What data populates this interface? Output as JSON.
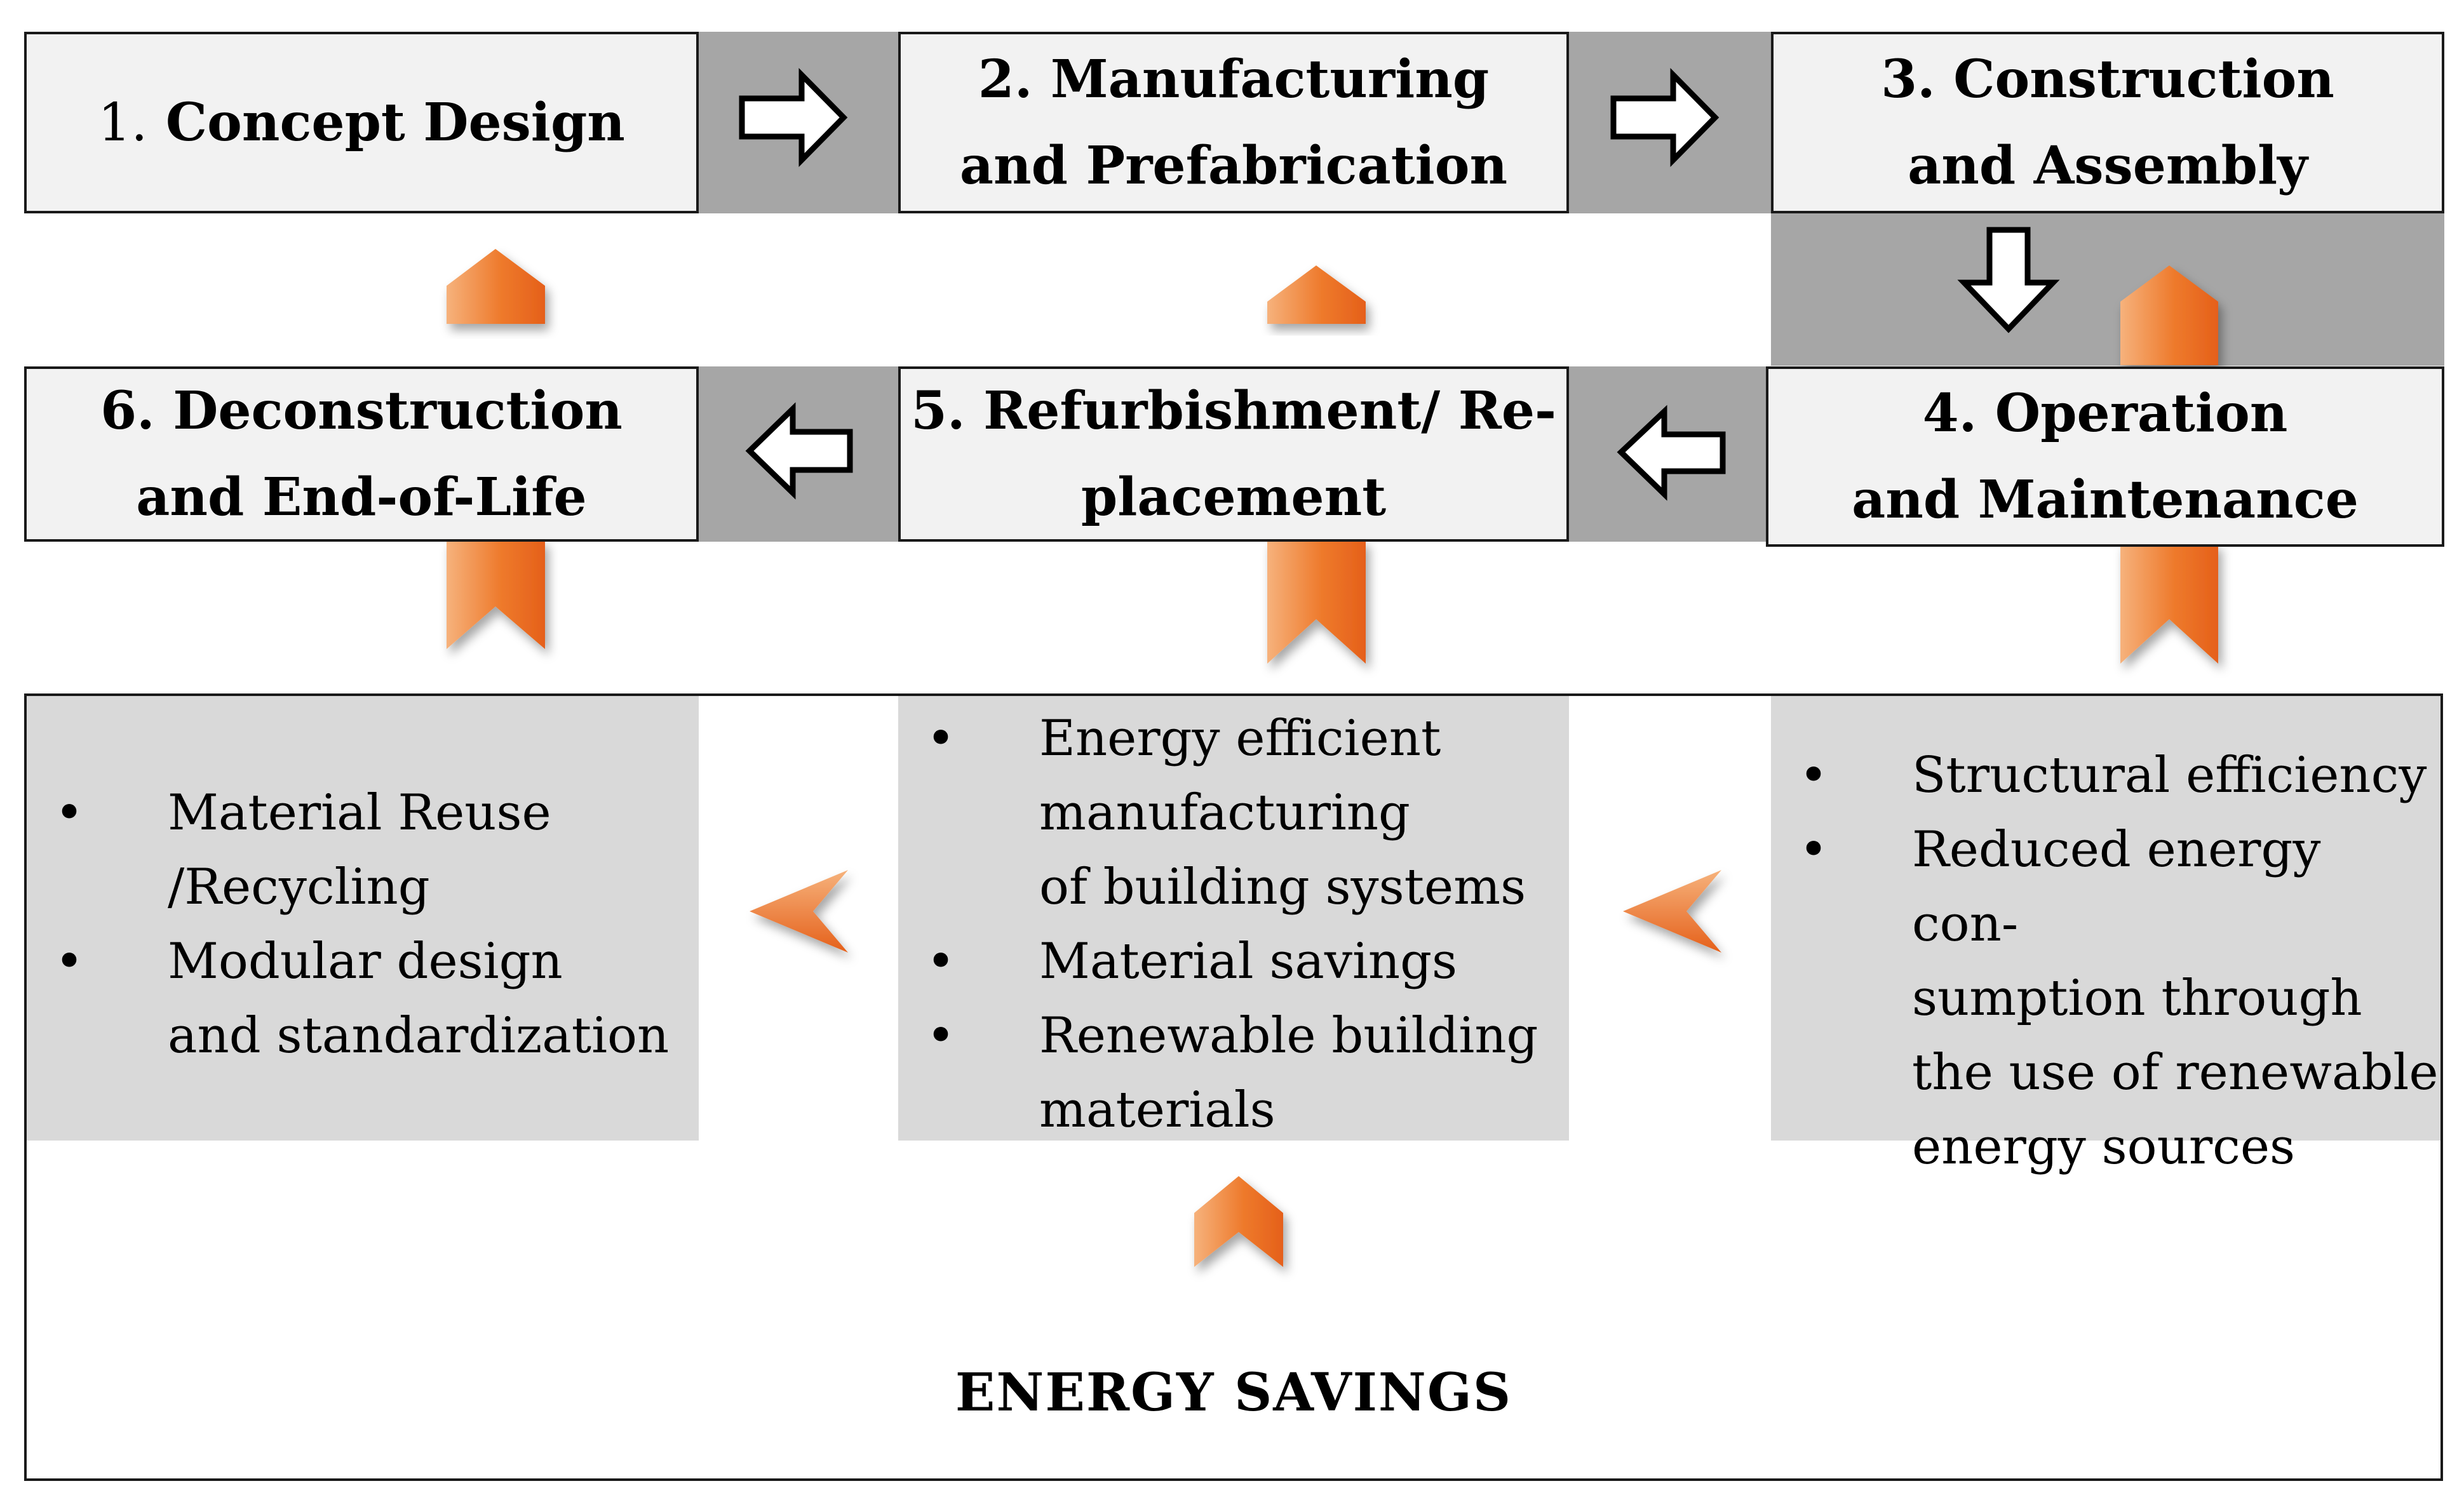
{
  "stages": [
    {
      "num": "1.",
      "label": "Concept Design"
    },
    {
      "line1": "2. Manufacturing",
      "line2": "and Prefabrication"
    },
    {
      "line1": "3. Construction",
      "line2": "and Assembly"
    },
    {
      "line1": "4. Operation",
      "line2": "and Maintenance"
    },
    {
      "line1": "5. Refurbishment/ Re-",
      "line2": "placement"
    },
    {
      "line1": "6. Deconstruction",
      "line2": "and End-of-Life"
    }
  ],
  "benefits": {
    "left": [
      "Material Reuse /Recycling",
      "Modular design and standardization"
    ],
    "middle": [
      "Energy efficient manufacturing of building systems",
      "Material savings",
      "Renewable building materials"
    ],
    "right": [
      "Structural efficiency",
      "Reduced energy consumption through the use of renewable energy sources"
    ]
  },
  "benefit_lines": {
    "left": [
      [
        "Material Reuse",
        "/Recycling"
      ],
      [
        "Modular design",
        "and standardization"
      ]
    ],
    "middle": [
      [
        "Energy efficient",
        "manufacturing",
        "of building systems"
      ],
      [
        "Material savings"
      ],
      [
        "Renewable building",
        "materials"
      ]
    ],
    "right": [
      [
        "Structural efficiency"
      ],
      [
        "Reduced energy con-",
        "sumption through",
        "the use of renewable",
        "energy sources"
      ]
    ]
  },
  "footer": {
    "title": "ENERGY SAVINGS"
  },
  "colors": {
    "orange_light": "#f4a36b",
    "orange_dark": "#e8661c",
    "band_gray": "#a6a6a6",
    "panel_gray": "#d9d9d9",
    "stage_fill": "#f2f2f2"
  }
}
